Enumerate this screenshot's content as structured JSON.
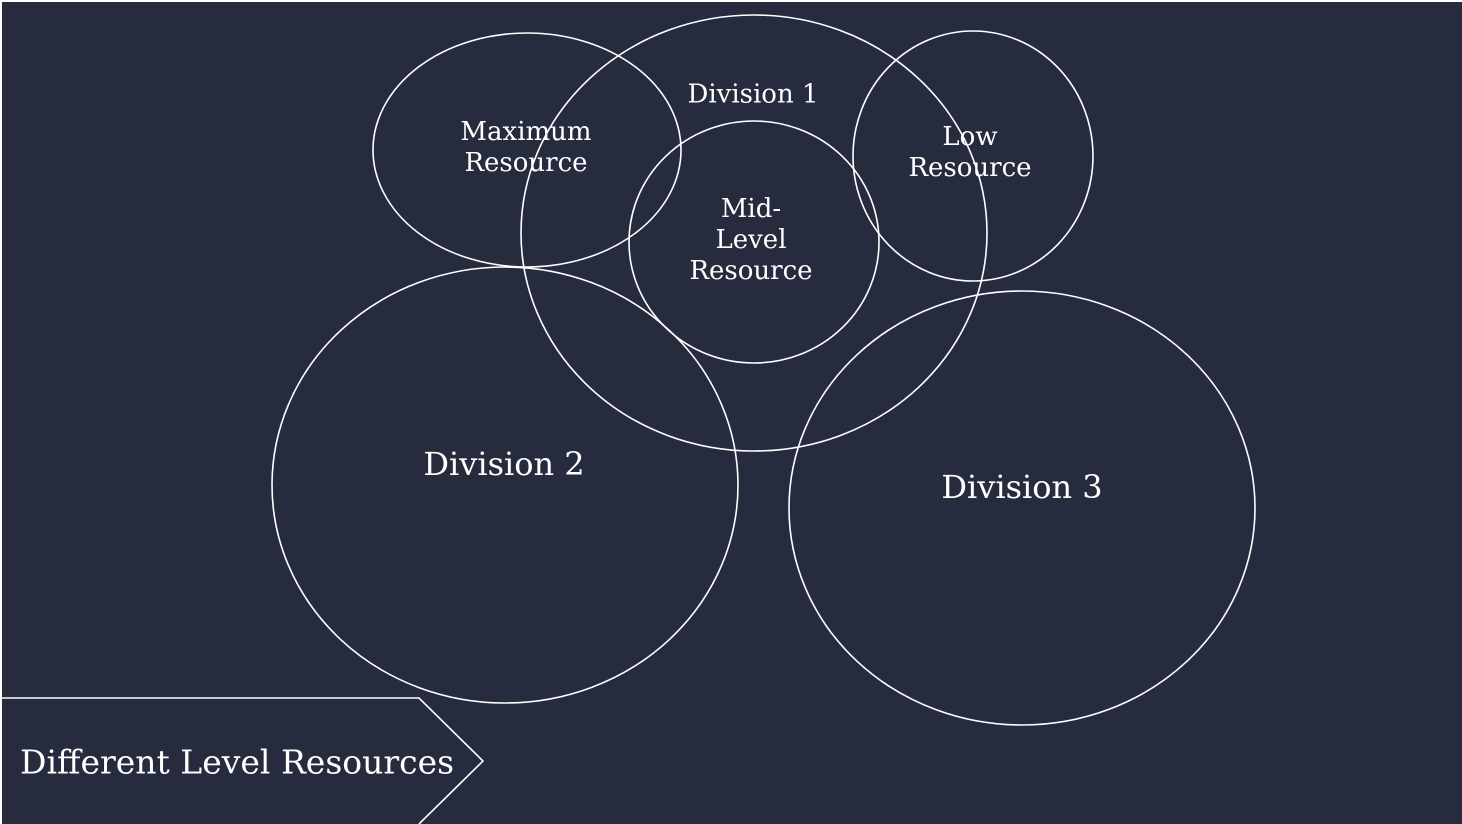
{
  "diagram": {
    "title": "Different Level Resources",
    "circles": {
      "division_1": "Division 1",
      "maximum_resource": "Maximum\nResource",
      "mid_level_resource": "Mid-\nLevel\nResource",
      "low_resource": "Low\nResource",
      "division_2": "Division 2",
      "division_3": "Division 3"
    },
    "colors": {
      "background": "#272b3e",
      "stroke": "#ffffff",
      "text": "#ffffff"
    }
  }
}
